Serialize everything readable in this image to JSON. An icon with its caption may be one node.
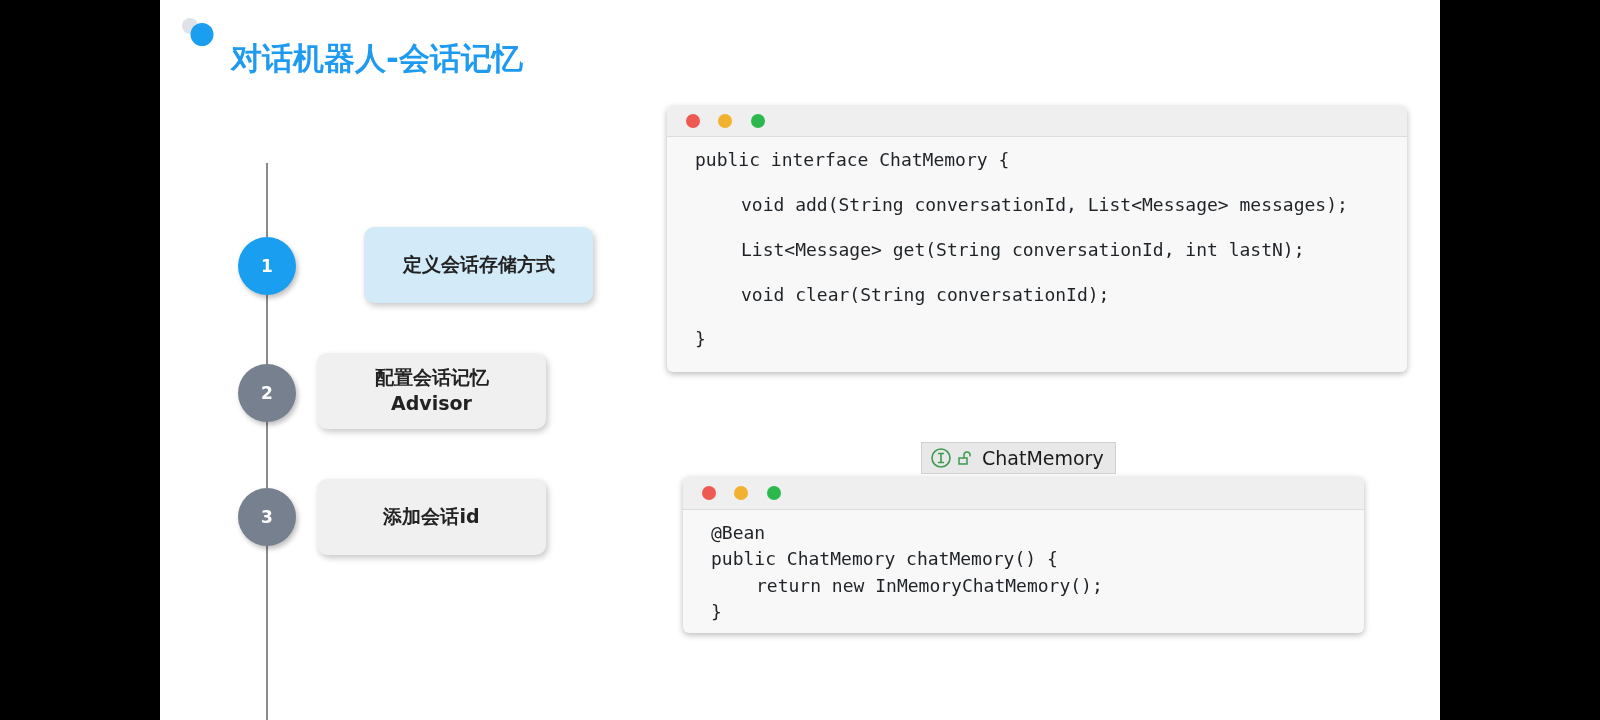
{
  "diagram": {
    "title": "对话机器人-会话记忆",
    "nodes": [
      {
        "text": [
          "1"
        ]
      },
      {
        "text": [
          "定义会话存储方式"
        ]
      },
      {
        "text": [
          "2"
        ]
      },
      {
        "text": [
          "配置会话记忆 Advisor"
        ]
      },
      {
        "text": [
          "3"
        ]
      },
      {
        "text": [
          "添加会话id"
        ]
      },
      {
        "text": [
          "public interface ChatMemory {",
          "void add(String conversationId, List<Message> messages);",
          "List<Message> get(String conversationId, int lastN);",
          "void clear(String conversationId);",
          "}"
        ]
      },
      {
        "text": [
          "ChatMemory"
        ]
      },
      {
        "text": [
          "@Bean",
          "public ChatMemory chatMemory() {",
          "return new InMemoryChatMemory();",
          "}"
        ]
      }
    ],
    "edges": [
      {
        "from": null,
        "to": 0,
        "arrow": "none"
      },
      {
        "from": 0,
        "to": 2,
        "arrow": "none"
      },
      {
        "from": 2,
        "to": 4,
        "arrow": "none"
      },
      {
        "from": 4,
        "to": null,
        "arrow": "none"
      }
    ]
  }
}
